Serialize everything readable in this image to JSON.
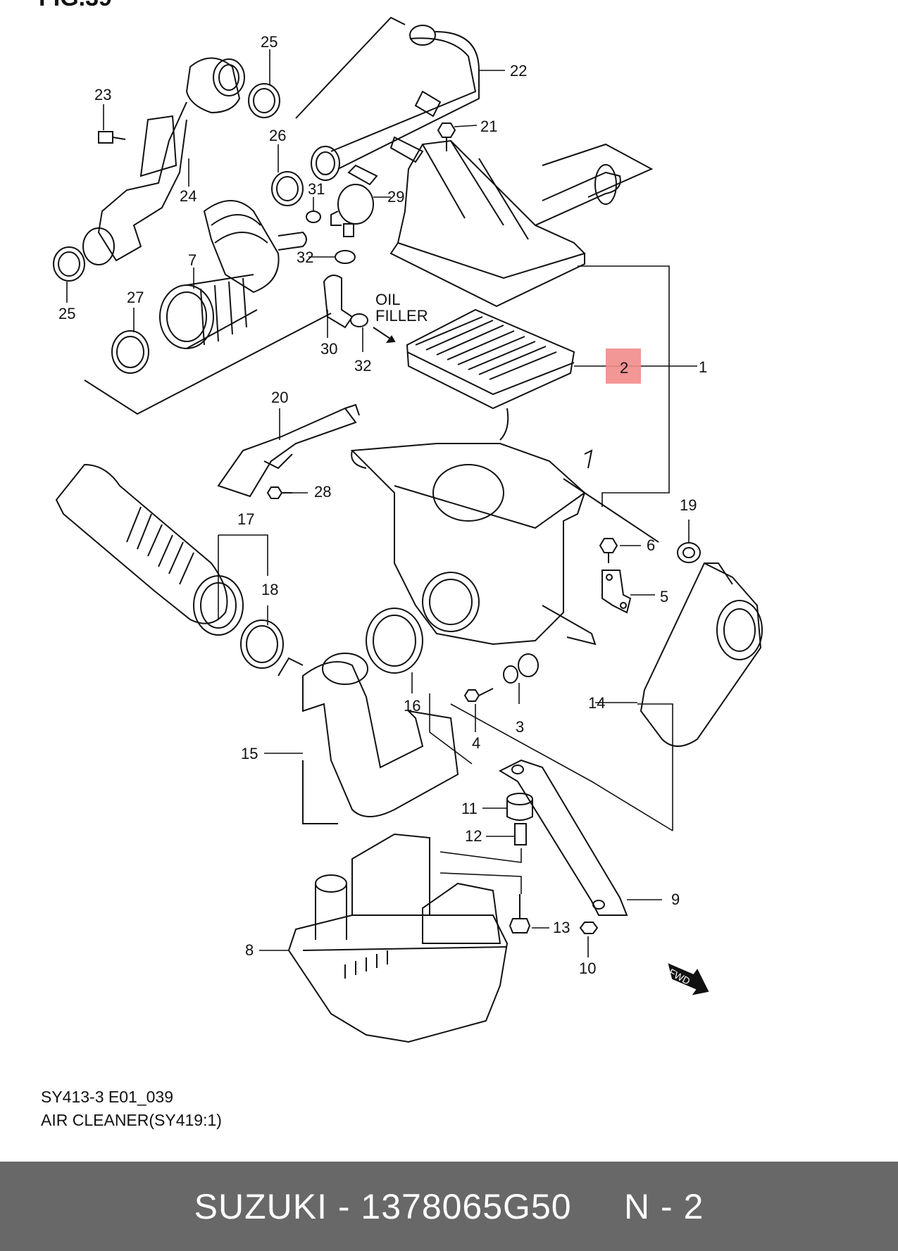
{
  "figure": {
    "header_fragment": "FIG.39",
    "code": "SY413-3 E01_039",
    "title": "AIR CLEANER(SY419:1)",
    "highlighted_part": "2",
    "highlight_color": "#f28b8b",
    "oil_filler_label": [
      "OIL",
      "FILLER"
    ],
    "fwd_label": "FWD"
  },
  "parts": [
    {
      "id": "p1",
      "number": "1"
    },
    {
      "id": "p2",
      "number": "2"
    },
    {
      "id": "p3",
      "number": "3"
    },
    {
      "id": "p4",
      "number": "4"
    },
    {
      "id": "p5",
      "number": "5"
    },
    {
      "id": "p6",
      "number": "6"
    },
    {
      "id": "p7",
      "number": "7"
    },
    {
      "id": "p8",
      "number": "8"
    },
    {
      "id": "p9",
      "number": "9"
    },
    {
      "id": "p10",
      "number": "10"
    },
    {
      "id": "p11",
      "number": "11"
    },
    {
      "id": "p12",
      "number": "12"
    },
    {
      "id": "p13",
      "number": "13"
    },
    {
      "id": "p14",
      "number": "14"
    },
    {
      "id": "p15",
      "number": "15"
    },
    {
      "id": "p16",
      "number": "16"
    },
    {
      "id": "p17",
      "number": "17"
    },
    {
      "id": "p18",
      "number": "18"
    },
    {
      "id": "p19",
      "number": "19"
    },
    {
      "id": "p20",
      "number": "20"
    },
    {
      "id": "p21",
      "number": "21"
    },
    {
      "id": "p22",
      "number": "22"
    },
    {
      "id": "p23",
      "number": "23"
    },
    {
      "id": "p24",
      "number": "24"
    },
    {
      "id": "p25a",
      "number": "25"
    },
    {
      "id": "p25b",
      "number": "25"
    },
    {
      "id": "p26",
      "number": "26"
    },
    {
      "id": "p27",
      "number": "27"
    },
    {
      "id": "p28",
      "number": "28"
    },
    {
      "id": "p29",
      "number": "29"
    },
    {
      "id": "p30",
      "number": "30"
    },
    {
      "id": "p31",
      "number": "31"
    },
    {
      "id": "p32a",
      "number": "32"
    },
    {
      "id": "p32b",
      "number": "32"
    }
  ],
  "footer": {
    "text": "SUZUKI - 1378065G50     N - 2",
    "background": "#686868"
  }
}
